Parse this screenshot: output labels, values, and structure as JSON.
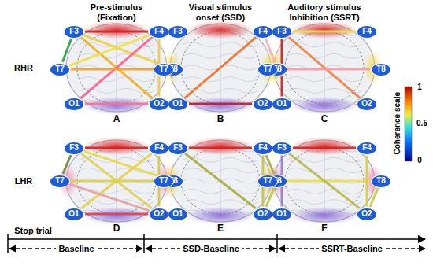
{
  "diagram": {
    "nodes": [
      {
        "text": [
          "F3"
        ]
      },
      {
        "text": [
          "F4"
        ]
      },
      {
        "text": [
          "T7"
        ]
      },
      {
        "text": [
          "T8"
        ]
      },
      {
        "text": [
          "O1"
        ]
      },
      {
        "text": [
          "O2"
        ]
      },
      {
        "text": [
          "F3"
        ]
      },
      {
        "text": [
          "F4"
        ]
      },
      {
        "text": [
          "T7"
        ]
      },
      {
        "text": [
          "T8"
        ]
      },
      {
        "text": [
          "O1"
        ]
      },
      {
        "text": [
          "O2"
        ]
      },
      {
        "text": [
          "F3"
        ]
      },
      {
        "text": [
          "F4"
        ]
      },
      {
        "text": [
          "T7"
        ]
      },
      {
        "text": [
          "T8"
        ]
      },
      {
        "text": [
          "O1"
        ]
      },
      {
        "text": [
          "O2"
        ]
      },
      {
        "text": [
          "F3"
        ]
      },
      {
        "text": [
          "F4"
        ]
      },
      {
        "text": [
          "T7"
        ]
      },
      {
        "text": [
          "T8"
        ]
      },
      {
        "text": [
          "O1"
        ]
      },
      {
        "text": [
          "O2"
        ]
      },
      {
        "text": [
          "F3"
        ]
      },
      {
        "text": [
          "F4"
        ]
      },
      {
        "text": [
          "T7"
        ]
      },
      {
        "text": [
          "T8"
        ]
      },
      {
        "text": [
          "O1"
        ]
      },
      {
        "text": [
          "O2"
        ]
      },
      {
        "text": [
          "F3"
        ]
      },
      {
        "text": [
          "F4"
        ]
      },
      {
        "text": [
          "T7"
        ]
      },
      {
        "text": [
          "T8"
        ]
      },
      {
        "text": [
          "O1"
        ]
      },
      {
        "text": [
          "O2"
        ]
      }
    ],
    "edges": [
      {
        "from": 0,
        "to": 1,
        "arrow": "none"
      },
      {
        "from": 0,
        "to": 2,
        "arrow": "none"
      },
      {
        "from": 0,
        "to": 3,
        "arrow": "none"
      },
      {
        "from": 0,
        "to": 5,
        "arrow": "none"
      },
      {
        "from": 1,
        "to": 2,
        "arrow": "none"
      },
      {
        "from": 1,
        "to": 4,
        "arrow": "none"
      },
      {
        "from": 1,
        "to": 5,
        "arrow": "none"
      },
      {
        "from": 2,
        "to": 3,
        "arrow": "none"
      },
      {
        "from": 4,
        "to": 5,
        "arrow": "none"
      },
      {
        "from": 7,
        "to": 10,
        "arrow": "none"
      },
      {
        "from": 10,
        "to": 11,
        "arrow": "none"
      },
      {
        "from": 7,
        "to": 9,
        "arrow": "none"
      },
      {
        "from": 12,
        "to": 13,
        "arrow": "none"
      },
      {
        "from": 12,
        "to": 16,
        "arrow": "none"
      },
      {
        "from": 12,
        "to": 17,
        "arrow": "none"
      },
      {
        "from": 14,
        "to": 15,
        "arrow": "none"
      },
      {
        "from": 18,
        "to": 19,
        "arrow": "none"
      },
      {
        "from": 18,
        "to": 20,
        "arrow": "none"
      },
      {
        "from": 18,
        "to": 21,
        "arrow": "none"
      },
      {
        "from": 18,
        "to": 23,
        "arrow": "none"
      },
      {
        "from": 19,
        "to": 22,
        "arrow": "none"
      },
      {
        "from": 19,
        "to": 23,
        "arrow": "none"
      },
      {
        "from": 20,
        "to": 21,
        "arrow": "none"
      },
      {
        "from": 22,
        "to": 23,
        "arrow": "none"
      },
      {
        "from": 20,
        "to": 23,
        "arrow": "none"
      },
      {
        "from": 24,
        "to": 25,
        "arrow": "none"
      },
      {
        "from": 24,
        "to": 29,
        "arrow": "none"
      },
      {
        "from": 25,
        "to": 27,
        "arrow": "none"
      },
      {
        "from": 27,
        "to": 29,
        "arrow": "none"
      },
      {
        "from": 25,
        "to": 29,
        "arrow": "none"
      },
      {
        "from": 30,
        "to": 31,
        "arrow": "none"
      },
      {
        "from": 30,
        "to": 34,
        "arrow": "none"
      },
      {
        "from": 32,
        "to": 33,
        "arrow": "none"
      },
      {
        "from": 30,
        "to": 35,
        "arrow": "none"
      },
      {
        "from": 31,
        "to": 35,
        "arrow": "none"
      },
      {
        "from": 33,
        "to": 35,
        "arrow": "none"
      }
    ],
    "labels": [
      "Pre-stimulus (Fixation)",
      "Visual stimulus onset (SSD)",
      "Auditory stimulus Inhibition (SSRT)",
      "RHR",
      "LHR",
      "A",
      "B",
      "C",
      "D",
      "E",
      "F",
      "Coherence scale",
      "1",
      "0.5",
      "0",
      "Stop trial",
      "Baseline",
      "SSD-Baseline",
      "SSRT-Baseline"
    ]
  }
}
